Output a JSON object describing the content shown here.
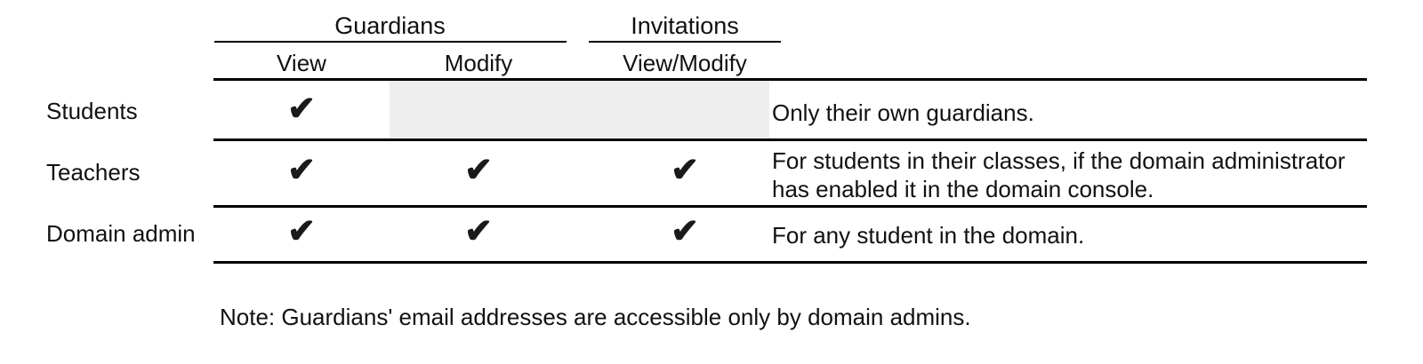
{
  "table": {
    "column_groups": [
      {
        "label": "Guardians",
        "spans": [
          "View",
          "Modify"
        ]
      },
      {
        "label": "Invitations",
        "spans": [
          "View/Modify"
        ]
      }
    ],
    "sub_headers": [
      "View",
      "Modify",
      "View/Modify"
    ],
    "row_header_label": "",
    "rows": [
      {
        "label": "Students",
        "guardians_view": "✔",
        "guardians_modify": "",
        "invitations_view_modify": "",
        "guardians_modify_disabled": true,
        "invitations_disabled": true,
        "description": "Only their own guardians."
      },
      {
        "label": "Teachers",
        "guardians_view": "✔",
        "guardians_modify": "✔",
        "invitations_view_modify": "✔",
        "guardians_modify_disabled": false,
        "invitations_disabled": false,
        "description": "For students in their classes, if the domain administrator has enabled it in the domain console.",
        "description_line_1": "For students in their classes, if the domain administrator",
        "description_line_2": "has enabled it in the domain console."
      },
      {
        "label": "Domain admin",
        "guardians_view": "✔",
        "guardians_modify": "✔",
        "invitations_view_modify": "✔",
        "guardians_modify_disabled": false,
        "invitations_disabled": false,
        "description": "For any student in the domain."
      }
    ]
  },
  "footnote": {
    "text": "Note: Guardians' email addresses are accessible only by domain admins."
  },
  "colors": {
    "text": "#111111",
    "rule": "#000000",
    "shaded_cell": "#eeeeee",
    "background": "#ffffff"
  },
  "icons": {
    "check": "✔"
  }
}
